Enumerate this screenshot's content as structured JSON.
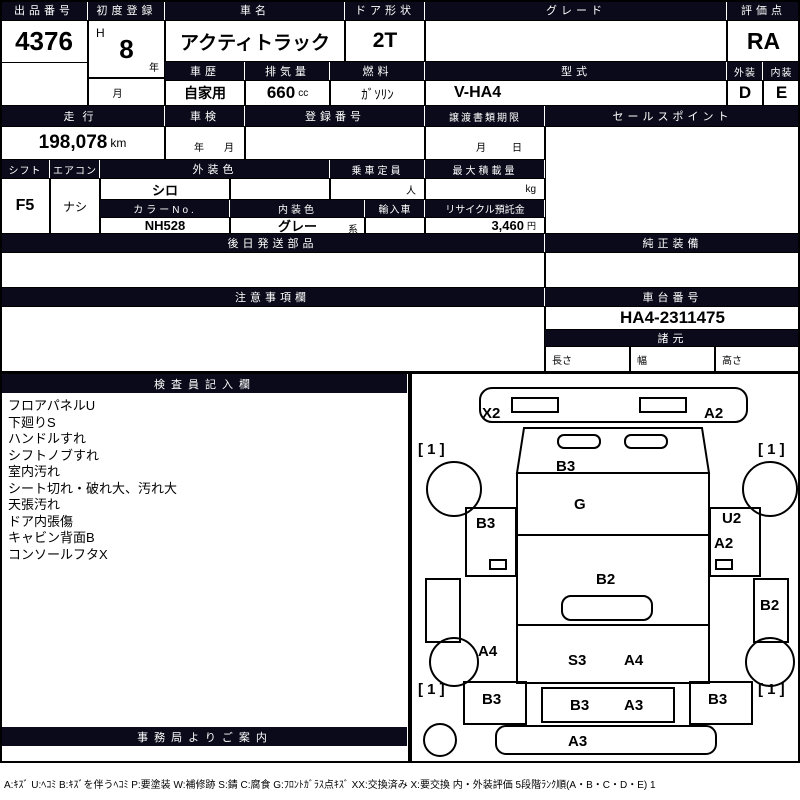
{
  "colors": {
    "header_bg": "#0a0a1a",
    "border": "#000000",
    "background": "#ffffff"
  },
  "top": {
    "auction_no_label": "出品番号",
    "auction_no": "4376",
    "first_reg_label": "初度登録",
    "era": "H",
    "year": "8",
    "year_unit": "年",
    "month_unit": "月",
    "car_name_label": "車名",
    "car_name": "アクティトラック",
    "door_label": "ドア形状",
    "door": "2T",
    "grade_label": "グレード",
    "grade": "",
    "score_label": "評価点",
    "score": "RA",
    "history_label": "車歴",
    "history": "自家用",
    "disp_label": "排気量",
    "disp": "660",
    "disp_unit": "cc",
    "fuel_label": "燃料",
    "fuel": "ｶﾞｿﾘﾝ",
    "model_label": "型式",
    "model": "V-HA4",
    "ext_label": "外装",
    "ext_score": "D",
    "int_label": "内装",
    "int_score": "E"
  },
  "run": {
    "label": "走行",
    "value": "198,078",
    "unit": "km"
  },
  "shaken": {
    "label": "車検",
    "year_unit": "年",
    "month_unit": "月"
  },
  "regno": {
    "label": "登録番号",
    "value": ""
  },
  "transfer": {
    "label": "譲渡書類期限",
    "month_unit": "月",
    "day_unit": "日"
  },
  "sales": {
    "label": "セールスポイント",
    "value": ""
  },
  "mid": {
    "shift_label": "シフト",
    "shift": "F5",
    "aircon_label": "エアコン",
    "aircon": "ナシ",
    "extcolor_label": "外装色",
    "extcolor": "シロ",
    "capacity_label": "乗車定員",
    "capacity_unit": "人",
    "maxload_label": "最大積載量",
    "maxload_unit": "kg",
    "colorno_label": "カラーNo.",
    "colorno": "NH528",
    "intcolor_label": "内装色",
    "intcolor": "グレー",
    "intcolor_suffix": "系",
    "import_label": "輸入車",
    "import_value": "",
    "recycle_label": "リサイクル預託金",
    "recycle": "3,460",
    "recycle_unit": "円"
  },
  "later": {
    "label": "後日発送部品",
    "value": ""
  },
  "oem": {
    "label": "純正装備",
    "value": ""
  },
  "caution": {
    "label": "注意事項欄",
    "value": ""
  },
  "chassis": {
    "label": "車台番号",
    "value": "HA4-2311475"
  },
  "specs": {
    "label": "諸元",
    "length_label": "長さ",
    "width_label": "幅",
    "height_label": "高さ"
  },
  "inspection": {
    "label": "検査員記入欄",
    "notes": [
      "フロアパネルU",
      "下廻りS",
      "ハンドルすれ",
      "シフトノブすれ",
      "室内汚れ",
      "シート切れ・破れ大、汚れ大",
      "天張汚れ",
      "ドア内張傷",
      "キャビン背面B",
      "コンソールフタX"
    ]
  },
  "office": {
    "label": "事務局よりご案内"
  },
  "diagram": {
    "markers": [
      "X2",
      "A2",
      "[ 1 ]",
      "[ 1 ]",
      "B3",
      "G",
      "B3",
      "U2",
      "A2",
      "B2",
      "B2",
      "A4",
      "S3",
      "A4",
      "B3",
      "B3",
      "A3",
      "B3",
      "[ 1 ]",
      "[ 1 ]",
      "A3"
    ]
  },
  "legend": "A:ｷｽﾞ U:ﾍｺﾐ B:ｷｽﾞを伴うﾍｺﾐ P:要塗装 W:補修跡 S:錆 C:腐食 G:ﾌﾛﾝﾄｶﾞﾗｽ点ｷｽﾞ XX:交換済み X:要交換  内・外装評価 5段階ﾗﾝｸ順(A・B・C・D・E) 1"
}
